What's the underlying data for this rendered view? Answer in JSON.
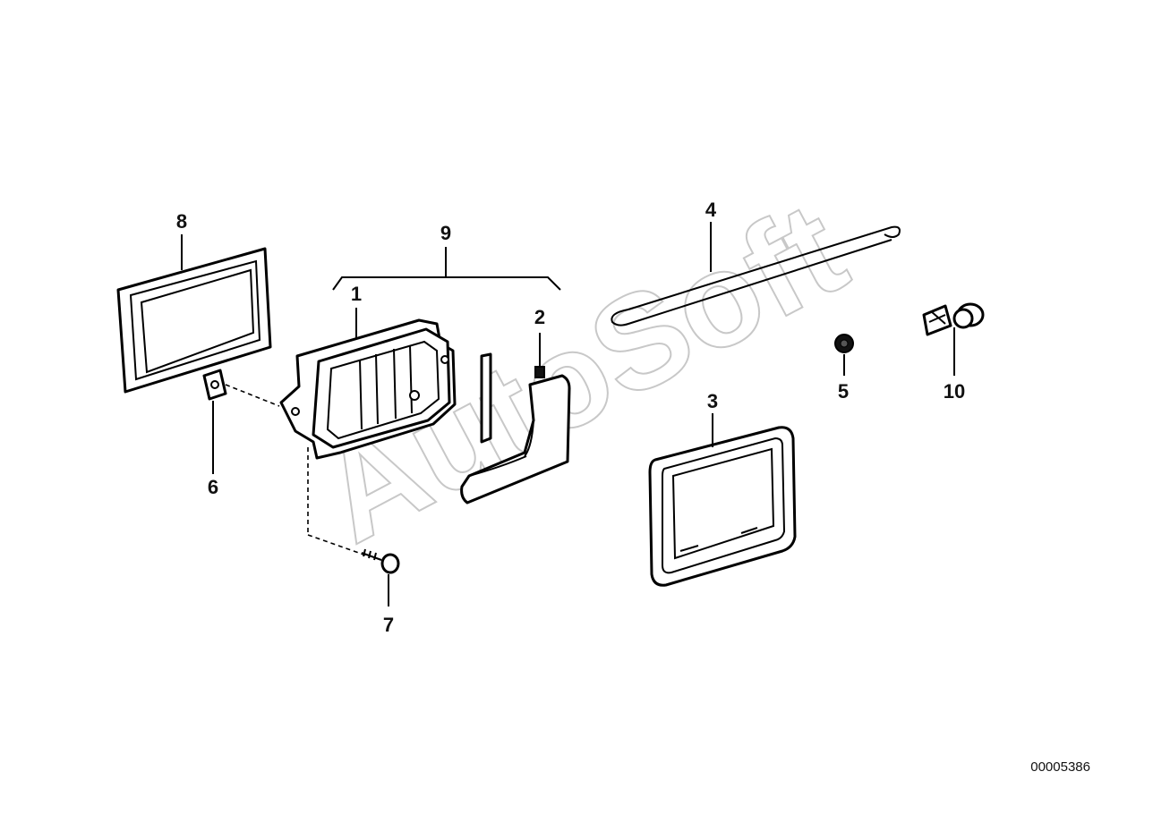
{
  "diagram": {
    "watermark": "AutoSoft",
    "reference_number": "00005386",
    "callouts": [
      {
        "id": "1",
        "label": "1"
      },
      {
        "id": "2",
        "label": "2"
      },
      {
        "id": "3",
        "label": "3"
      },
      {
        "id": "4",
        "label": "4"
      },
      {
        "id": "5",
        "label": "5"
      },
      {
        "id": "6",
        "label": "6"
      },
      {
        "id": "7",
        "label": "7"
      },
      {
        "id": "8",
        "label": "8"
      },
      {
        "id": "9",
        "label": "9"
      },
      {
        "id": "10",
        "label": "10"
      }
    ]
  }
}
